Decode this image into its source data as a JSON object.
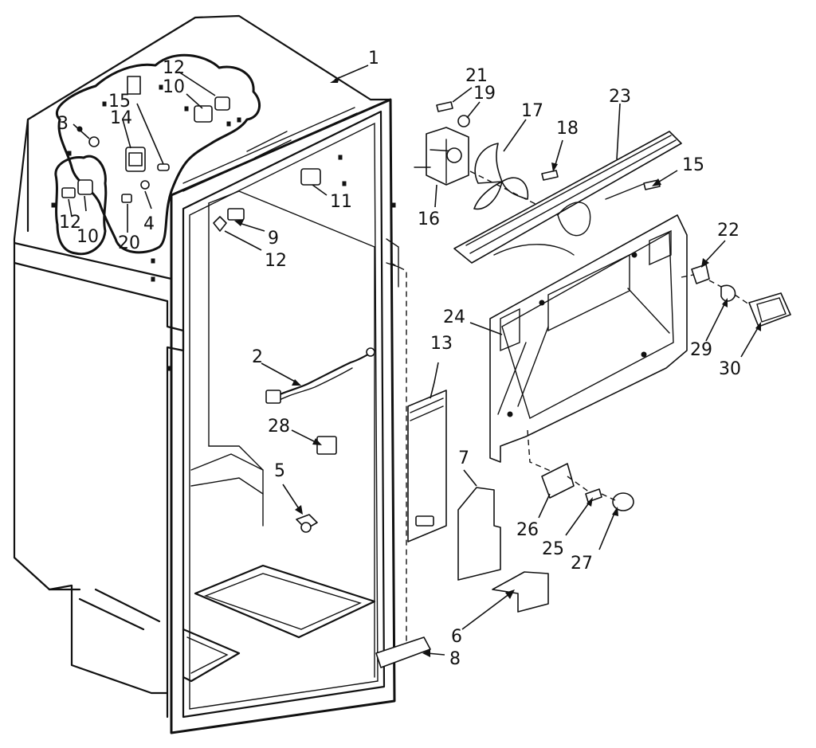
{
  "callouts": [
    {
      "id": "c1",
      "text": "1"
    },
    {
      "id": "c2",
      "text": "2"
    },
    {
      "id": "c3",
      "text": "3"
    },
    {
      "id": "c4",
      "text": "4"
    },
    {
      "id": "c5",
      "text": "5"
    },
    {
      "id": "c6",
      "text": "6"
    },
    {
      "id": "c7",
      "text": "7"
    },
    {
      "id": "c8",
      "text": "8"
    },
    {
      "id": "c9",
      "text": "9"
    },
    {
      "id": "c10a",
      "text": "10"
    },
    {
      "id": "c10b",
      "text": "10"
    },
    {
      "id": "c11",
      "text": "11"
    },
    {
      "id": "c12a",
      "text": "12"
    },
    {
      "id": "c12b",
      "text": "12"
    },
    {
      "id": "c12c",
      "text": "12"
    },
    {
      "id": "c13",
      "text": "13"
    },
    {
      "id": "c14",
      "text": "14"
    },
    {
      "id": "c15a",
      "text": "15"
    },
    {
      "id": "c15b",
      "text": "15"
    },
    {
      "id": "c16",
      "text": "16"
    },
    {
      "id": "c17",
      "text": "17"
    },
    {
      "id": "c18",
      "text": "18"
    },
    {
      "id": "c19",
      "text": "19"
    },
    {
      "id": "c20",
      "text": "20"
    },
    {
      "id": "c21",
      "text": "21"
    },
    {
      "id": "c22",
      "text": "22"
    },
    {
      "id": "c23",
      "text": "23"
    },
    {
      "id": "c24",
      "text": "24"
    },
    {
      "id": "c25",
      "text": "25"
    },
    {
      "id": "c26",
      "text": "26"
    },
    {
      "id": "c27",
      "text": "27"
    },
    {
      "id": "c28",
      "text": "28"
    },
    {
      "id": "c29",
      "text": "29"
    },
    {
      "id": "c30",
      "text": "30"
    }
  ]
}
